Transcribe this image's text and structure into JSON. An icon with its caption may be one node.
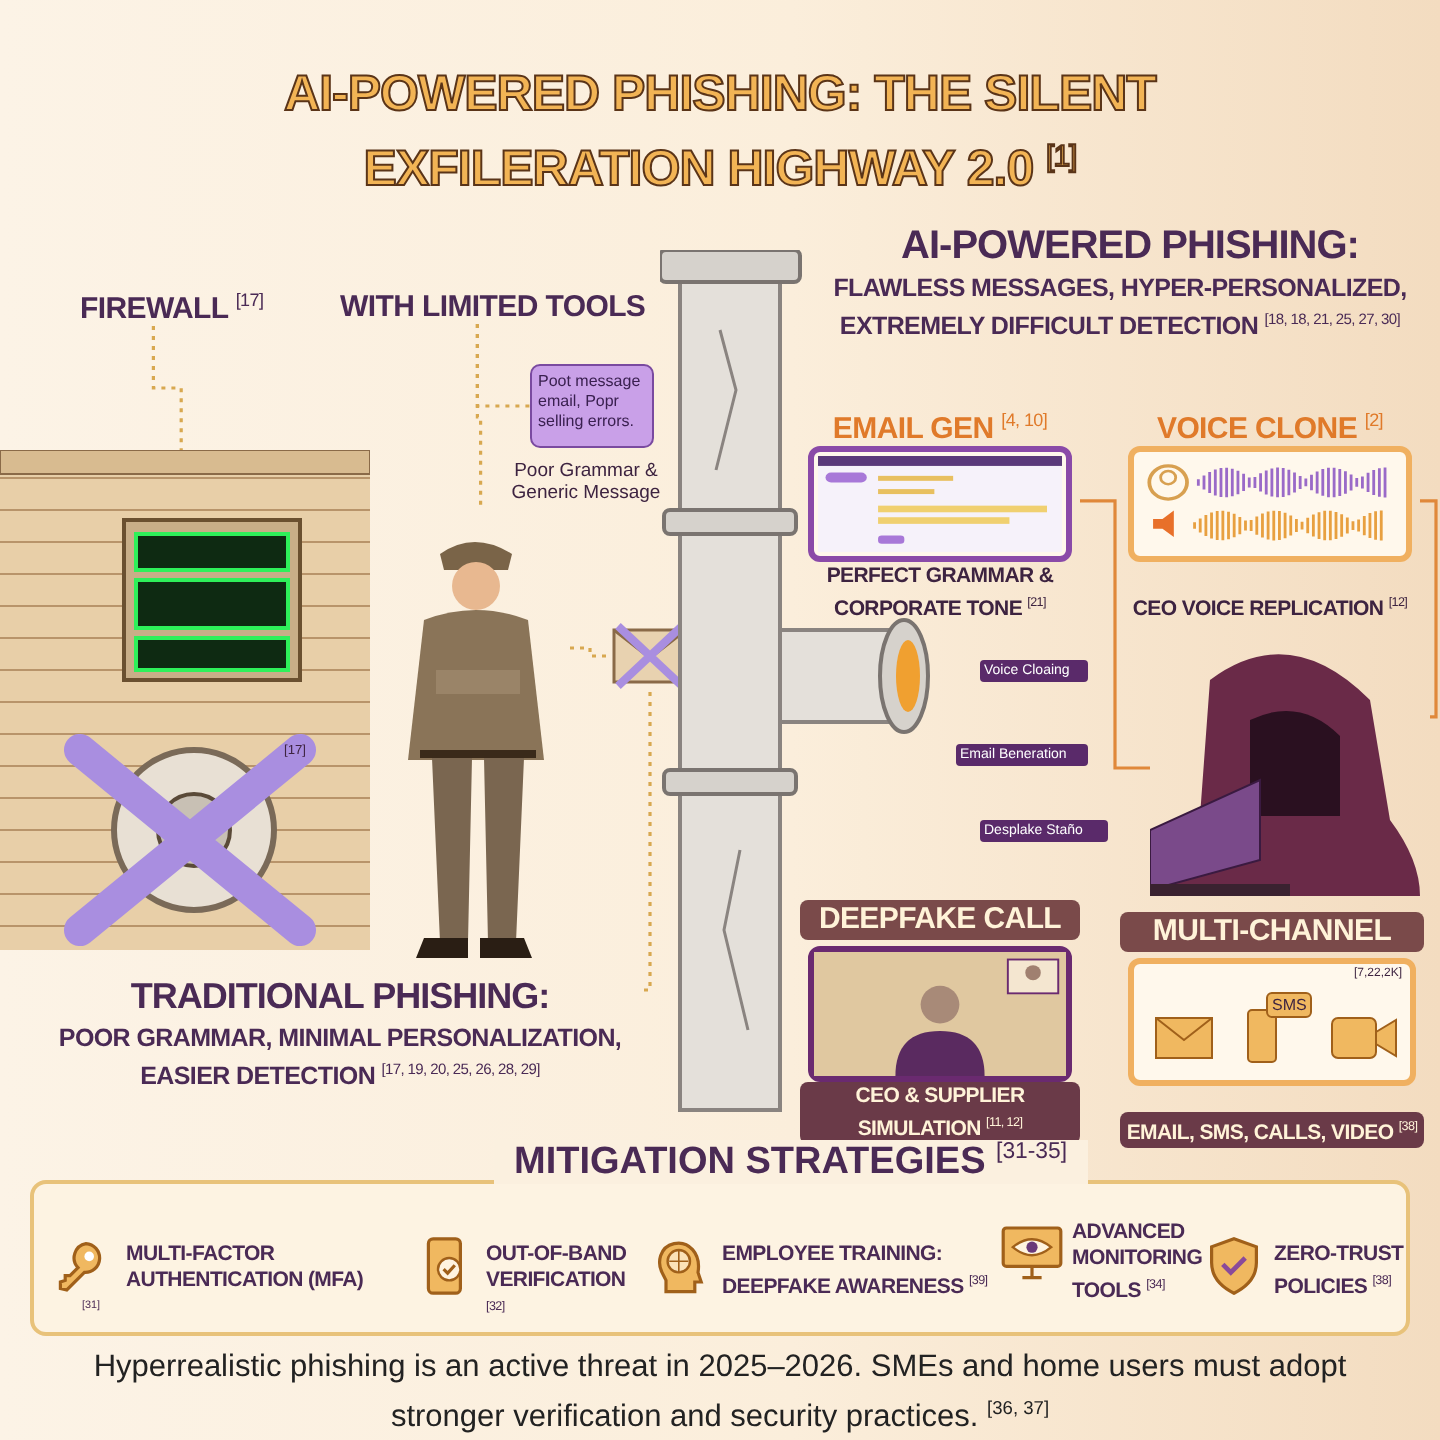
{
  "diagram": {
    "title": "AI-POWERED PHISHING: THE SILENT EXFILERATION HIGHWAY 2.0 $^{[1]}$",
    "caption": "Hyperrealistic phishing is an active threat in 2025–2026. SMEs and home users must adopt stronger verification and security practices. $^{[36, 37]}$",
    "nodes": [
      {
        "text": [
          "FIREWALL $^{[17]}$"
        ]
      },
      {
        "text": [],
        "shape": "picture"
      },
      {
        "text": [
          "WITH LIMITED TOOLS"
        ]
      },
      {
        "text": [
          "Poot message email, Popr selling errors."
        ]
      },
      {
        "text": [],
        "shape": "picture"
      },
      {
        "text": [],
        "shape": "picture"
      },
      {
        "text": [
          "TRADITIONAL PHISHING:",
          "POOR GRAMMAR, MINIMAL PERSONALIZATION, EASIER DETECTION $^{[17, 19, 20, 25, 26, 28, 29]}$"
        ]
      },
      {
        "text": [
          "EMAIL GEN $^{[4, 10]}$",
          "PERFECT GRAMMAR & CORPORATE TONE $^{[21]}$"
        ]
      },
      {
        "text": [
          "VOICE CLONE $^{[2]}$",
          "CEO VOICE REPLICATION $^{[12]}$"
        ]
      },
      {
        "text": [
          "DEEPFAKE CALL",
          "CEO & SUPPLIER SIMULATION $^{[11, 12]}$"
        ]
      },
      {
        "text": [
          "MULTI-CHANNEL",
          "$^{[7,22,2K]}$",
          "EMAIL, SMS, CALLS, VIDEO $^{[38]}$"
        ]
      },
      {
        "text": [],
        "shape": "picture"
      },
      {
        "text": [],
        "shape": "picture"
      },
      {
        "text": [
          "MITIGATION STRATEGIES $^{[31-35]}$"
        ]
      },
      {
        "text": [
          "MULTI-FACTOR AUTHENTICATION (MFA)"
        ],
        "beside": [
          "$^{[31]}$"
        ],
        "in": 13
      },
      {
        "text": [
          "OUT-OF-BAND VERIFICATION $^{[32]}$"
        ],
        "in": 13
      },
      {
        "text": [
          "EMPLOYEE TRAINING: DEEPFAKE AWARENESS $^{[39]}$"
        ],
        "in": 13
      },
      {
        "text": [
          "ADVANCED MONITORING TOOLS $^{[34]}$"
        ],
        "in": 13
      },
      {
        "text": [
          "ZERO-TRUST POLICIES $^{[38]}$"
        ],
        "in": 13
      }
    ],
    "edges": [
      {
        "from": 0,
        "to": 1,
        "arrow": "none",
        "style": "dashed"
      },
      {
        "from": 2,
        "to": 3,
        "arrow": "none",
        "style": "dashed"
      },
      {
        "from": 2,
        "to": 4,
        "arrow": "none",
        "style": "dashed"
      },
      {
        "from": 4,
        "to": 5,
        "arrow": "none",
        "style": "dashed"
      },
      {
        "from": 5,
        "to": 6,
        "arrow": "none",
        "style": "dashed"
      },
      {
        "from": 7,
        "to": 11,
        "arrow": "none",
        "color": "#e0883a"
      },
      {
        "from": 8,
        "to": 11,
        "arrow": "none",
        "color": "#e0883a"
      }
    ],
    "labels": [
      "AI-POWERED PHISHING:",
      "FLAWLESS MESSAGES, HYPER-PERSONALIZED, EXTREMELY DIFFICULT DETECTION $^{[18, 18, 21, 25, 27, 30]}$",
      "Poor Grammar & Generic Message",
      "$^{[17]}$",
      "Email Beneration",
      "Voice Cloaing",
      "Desplake Staño",
      "SMS"
    ]
  }
}
